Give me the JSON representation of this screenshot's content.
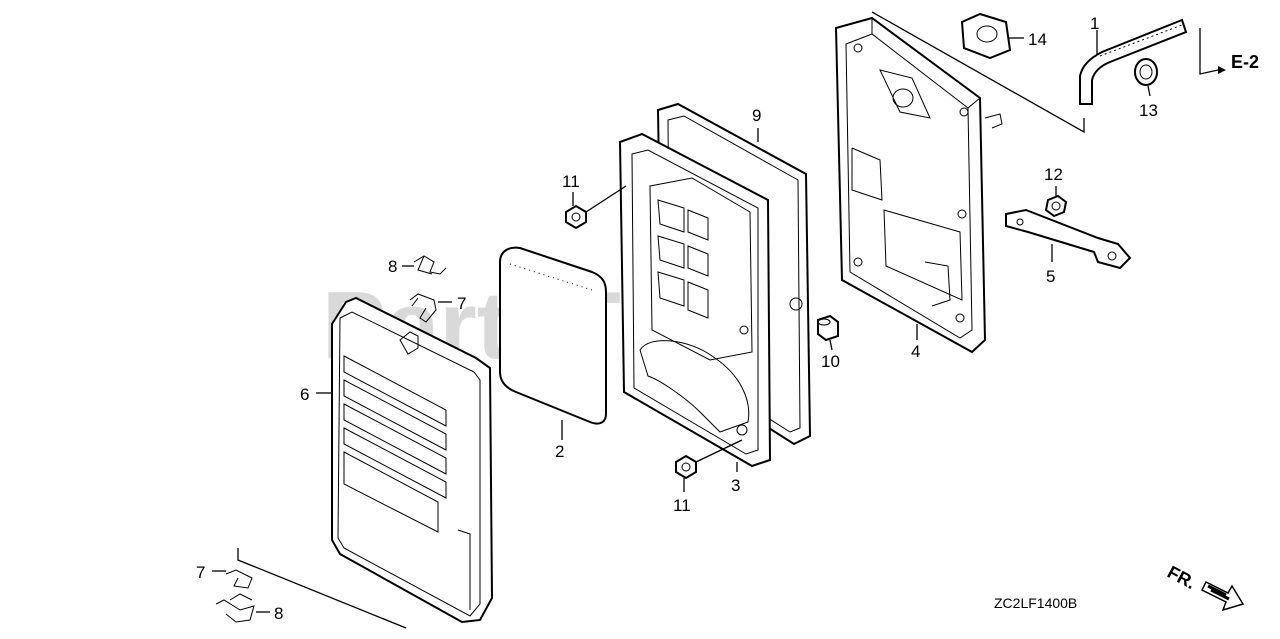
{
  "diagram": {
    "watermark": "PartsTree",
    "drawing_code": "ZC2LF1400B",
    "ref_label": "E-2",
    "front_label": "FR.",
    "callouts": [
      {
        "id": "c1",
        "text": "1"
      },
      {
        "id": "c2",
        "text": "2"
      },
      {
        "id": "c3",
        "text": "3"
      },
      {
        "id": "c4",
        "text": "4"
      },
      {
        "id": "c5",
        "text": "5"
      },
      {
        "id": "c6",
        "text": "6"
      },
      {
        "id": "c7a",
        "text": "7"
      },
      {
        "id": "c7b",
        "text": "7"
      },
      {
        "id": "c8a",
        "text": "8"
      },
      {
        "id": "c8b",
        "text": "8"
      },
      {
        "id": "c9",
        "text": "9"
      },
      {
        "id": "c10",
        "text": "10"
      },
      {
        "id": "c11a",
        "text": "11"
      },
      {
        "id": "c11b",
        "text": "11"
      },
      {
        "id": "c12",
        "text": "12"
      },
      {
        "id": "c13",
        "text": "13"
      },
      {
        "id": "c14",
        "text": "14"
      }
    ]
  }
}
